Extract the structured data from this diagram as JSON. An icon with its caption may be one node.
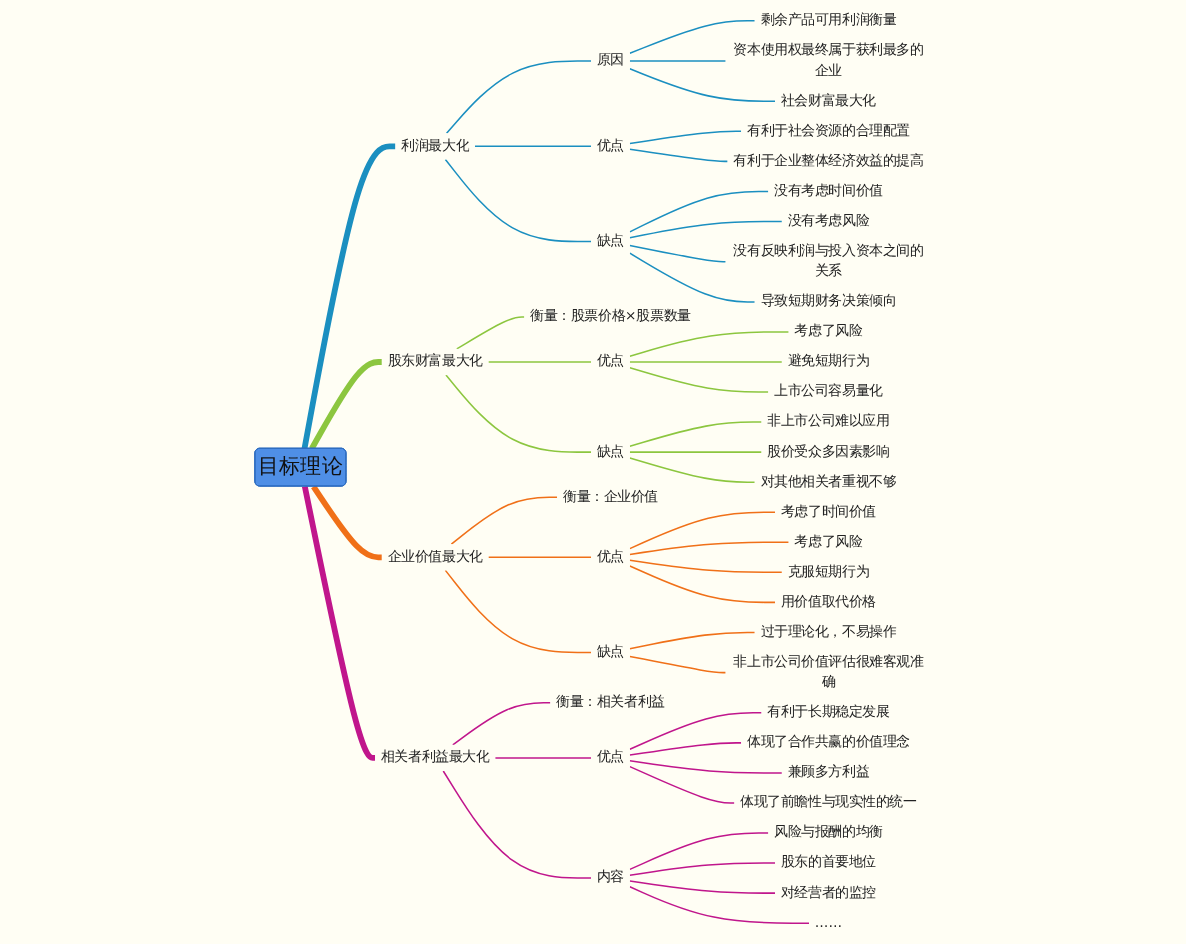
{
  "diagram": {
    "nodes": [
      {
        "text": [
          "目标理论"
        ]
      },
      {
        "text": [
          "利润最大化"
        ]
      },
      {
        "text": [
          "原因"
        ]
      },
      {
        "text": [
          "剩余产品可用利润衡量"
        ]
      },
      {
        "text": [
          "资本使用权最终属于获利最多的企业"
        ]
      },
      {
        "text": [
          "社会财富最大化"
        ]
      },
      {
        "text": [
          "优点"
        ]
      },
      {
        "text": [
          "有利于社会资源的合理配置"
        ]
      },
      {
        "text": [
          "有利于企业整体经济效益的提高"
        ]
      },
      {
        "text": [
          "缺点"
        ]
      },
      {
        "text": [
          "没有考虑时间价值"
        ]
      },
      {
        "text": [
          "没有考虑风险"
        ]
      },
      {
        "text": [
          "没有反映利润与投入资本之间的关系"
        ]
      },
      {
        "text": [
          "导致短期财务决策倾向"
        ]
      },
      {
        "text": [
          "股东财富最大化"
        ]
      },
      {
        "text": [
          "衡量：股票价格×股票数量"
        ]
      },
      {
        "text": [
          "优点"
        ]
      },
      {
        "text": [
          "考虑了风险"
        ]
      },
      {
        "text": [
          "避免短期行为"
        ]
      },
      {
        "text": [
          "上市公司容易量化"
        ]
      },
      {
        "text": [
          "缺点"
        ]
      },
      {
        "text": [
          "非上市公司难以应用"
        ]
      },
      {
        "text": [
          "股价受众多因素影响"
        ]
      },
      {
        "text": [
          "对其他相关者重视不够"
        ]
      },
      {
        "text": [
          "企业价值最大化"
        ]
      },
      {
        "text": [
          "衡量：企业价值"
        ]
      },
      {
        "text": [
          "优点"
        ]
      },
      {
        "text": [
          "考虑了时间价值"
        ]
      },
      {
        "text": [
          "考虑了风险"
        ]
      },
      {
        "text": [
          "克服短期行为"
        ]
      },
      {
        "text": [
          "用价值取代价格"
        ]
      },
      {
        "text": [
          "缺点"
        ]
      },
      {
        "text": [
          "过于理论化，不易操作"
        ]
      },
      {
        "text": [
          "非上市公司价值评估很难客观准确"
        ]
      },
      {
        "text": [
          "相关者利益最大化"
        ]
      },
      {
        "text": [
          "衡量：相关者利益"
        ]
      },
      {
        "text": [
          "优点"
        ]
      },
      {
        "text": [
          "有利于长期稳定发展"
        ]
      },
      {
        "text": [
          "体现了合作共赢的价值理念"
        ]
      },
      {
        "text": [
          "兼顾多方利益"
        ]
      },
      {
        "text": [
          "体现了前瞻性与现实性的统一"
        ]
      },
      {
        "text": [
          "内容"
        ]
      },
      {
        "text": [
          "风险与报酬的均衡"
        ]
      },
      {
        "text": [
          "股东的首要地位"
        ]
      },
      {
        "text": [
          "对经营者的监控"
        ]
      },
      {
        "text": [
          "……"
        ]
      }
    ],
    "edges": [
      {
        "from": 0,
        "to": 1,
        "arrow": "none",
        "style": "thick",
        "color": "#1b8fc0"
      },
      {
        "from": 1,
        "to": 2,
        "arrow": "none",
        "color": "#1b8fc0"
      },
      {
        "from": 2,
        "to": 3,
        "arrow": "none",
        "color": "#1b8fc0"
      },
      {
        "from": 2,
        "to": 4,
        "arrow": "none",
        "color": "#1b8fc0"
      },
      {
        "from": 2,
        "to": 5,
        "arrow": "none",
        "color": "#1b8fc0"
      },
      {
        "from": 1,
        "to": 6,
        "arrow": "none",
        "color": "#1b8fc0"
      },
      {
        "from": 6,
        "to": 7,
        "arrow": "none",
        "color": "#1b8fc0"
      },
      {
        "from": 6,
        "to": 8,
        "arrow": "none",
        "color": "#1b8fc0"
      },
      {
        "from": 1,
        "to": 9,
        "arrow": "none",
        "color": "#1b8fc0"
      },
      {
        "from": 9,
        "to": 10,
        "arrow": "none",
        "color": "#1b8fc0"
      },
      {
        "from": 9,
        "to": 11,
        "arrow": "none",
        "color": "#1b8fc0"
      },
      {
        "from": 9,
        "to": 12,
        "arrow": "none",
        "color": "#1b8fc0"
      },
      {
        "from": 9,
        "to": 13,
        "arrow": "none",
        "color": "#1b8fc0"
      },
      {
        "from": 0,
        "to": 14,
        "arrow": "none",
        "style": "thick",
        "color": "#8cc63f"
      },
      {
        "from": 14,
        "to": 15,
        "arrow": "none",
        "color": "#8cc63f"
      },
      {
        "from": 14,
        "to": 16,
        "arrow": "none",
        "color": "#8cc63f"
      },
      {
        "from": 16,
        "to": 17,
        "arrow": "none",
        "color": "#8cc63f"
      },
      {
        "from": 16,
        "to": 18,
        "arrow": "none",
        "color": "#8cc63f"
      },
      {
        "from": 16,
        "to": 19,
        "arrow": "none",
        "color": "#8cc63f"
      },
      {
        "from": 14,
        "to": 20,
        "arrow": "none",
        "color": "#8cc63f"
      },
      {
        "from": 20,
        "to": 21,
        "arrow": "none",
        "color": "#8cc63f"
      },
      {
        "from": 20,
        "to": 22,
        "arrow": "none",
        "color": "#8cc63f"
      },
      {
        "from": 20,
        "to": 23,
        "arrow": "none",
        "color": "#8cc63f"
      },
      {
        "from": 0,
        "to": 24,
        "arrow": "none",
        "style": "thick",
        "color": "#f07018"
      },
      {
        "from": 24,
        "to": 25,
        "arrow": "none",
        "color": "#f07018"
      },
      {
        "from": 24,
        "to": 26,
        "arrow": "none",
        "color": "#f07018"
      },
      {
        "from": 26,
        "to": 27,
        "arrow": "none",
        "color": "#f07018"
      },
      {
        "from": 26,
        "to": 28,
        "arrow": "none",
        "color": "#f07018"
      },
      {
        "from": 26,
        "to": 29,
        "arrow": "none",
        "color": "#f07018"
      },
      {
        "from": 26,
        "to": 30,
        "arrow": "none",
        "color": "#f07018"
      },
      {
        "from": 24,
        "to": 31,
        "arrow": "none",
        "color": "#f07018"
      },
      {
        "from": 31,
        "to": 32,
        "arrow": "none",
        "color": "#f07018"
      },
      {
        "from": 31,
        "to": 33,
        "arrow": "none",
        "color": "#f07018"
      },
      {
        "from": 0,
        "to": 34,
        "arrow": "none",
        "style": "thick",
        "color": "#c0168c"
      },
      {
        "from": 34,
        "to": 35,
        "arrow": "none",
        "color": "#c0168c"
      },
      {
        "from": 34,
        "to": 36,
        "arrow": "none",
        "color": "#c0168c"
      },
      {
        "from": 36,
        "to": 37,
        "arrow": "none",
        "color": "#c0168c"
      },
      {
        "from": 36,
        "to": 38,
        "arrow": "none",
        "color": "#c0168c"
      },
      {
        "from": 36,
        "to": 39,
        "arrow": "none",
        "color": "#c0168c"
      },
      {
        "from": 36,
        "to": 40,
        "arrow": "none",
        "color": "#c0168c"
      },
      {
        "from": 34,
        "to": 41,
        "arrow": "none",
        "color": "#c0168c"
      },
      {
        "from": 41,
        "to": 42,
        "arrow": "none",
        "color": "#c0168c"
      },
      {
        "from": 41,
        "to": 43,
        "arrow": "none",
        "color": "#c0168c"
      },
      {
        "from": 41,
        "to": 44,
        "arrow": "none",
        "color": "#c0168c"
      },
      {
        "from": 41,
        "to": 45,
        "arrow": "none",
        "color": "#c0168c"
      }
    ]
  }
}
